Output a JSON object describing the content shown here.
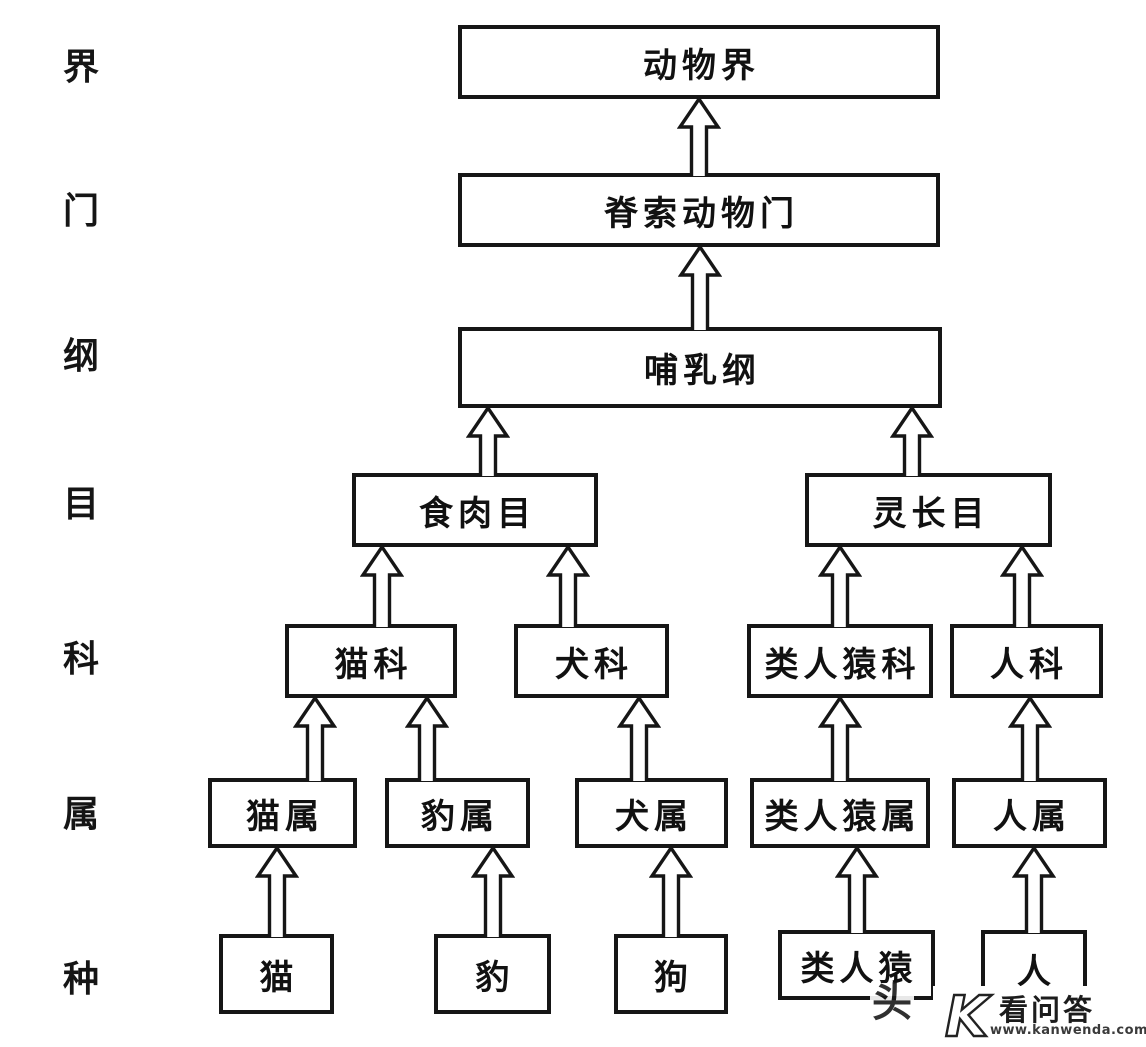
{
  "colors": {
    "background": "#ffffff",
    "ink": "#161616",
    "watermark_brand": "#1c1c1c",
    "watermark_url": "#3a3a3a"
  },
  "rank_labels": [
    {
      "text": "界"
    },
    {
      "text": "门"
    },
    {
      "text": "纲"
    },
    {
      "text": "目"
    },
    {
      "text": "科"
    },
    {
      "text": "属"
    },
    {
      "text": "种"
    }
  ],
  "nodes": {
    "kingdom": {
      "label": "动物界",
      "rank": "界"
    },
    "phylum": {
      "label": "脊索动物门",
      "rank": "门"
    },
    "class": {
      "label": "哺乳纲",
      "rank": "纲"
    },
    "order_carnivora": {
      "label": "食肉目",
      "rank": "目"
    },
    "order_primates": {
      "label": "灵长目",
      "rank": "目"
    },
    "family_felidae": {
      "label": "猫科",
      "rank": "科"
    },
    "family_canidae": {
      "label": "犬科",
      "rank": "科"
    },
    "family_anthropoid_ape": {
      "label": "类人猿科",
      "rank": "科"
    },
    "family_hominidae": {
      "label": "人科",
      "rank": "科"
    },
    "genus_felis": {
      "label": "猫属",
      "rank": "属"
    },
    "genus_panthera": {
      "label": "豹属",
      "rank": "属"
    },
    "genus_canis": {
      "label": "犬属",
      "rank": "属"
    },
    "genus_anthropoid_ape": {
      "label": "类人猿属",
      "rank": "属"
    },
    "genus_homo": {
      "label": "人属",
      "rank": "属"
    },
    "species_cat": {
      "label": "猫",
      "rank": "种"
    },
    "species_leopard": {
      "label": "豹",
      "rank": "种"
    },
    "species_dog": {
      "label": "狗",
      "rank": "种"
    },
    "species_anthropoid_ape": {
      "label": "类人猿",
      "rank": "种"
    },
    "species_human": {
      "label": "人",
      "rank": "种"
    }
  },
  "edges": [
    {
      "from": "phylum",
      "to": "kingdom"
    },
    {
      "from": "class",
      "to": "phylum"
    },
    {
      "from": "order_carnivora",
      "to": "class"
    },
    {
      "from": "order_primates",
      "to": "class"
    },
    {
      "from": "family_felidae",
      "to": "order_carnivora"
    },
    {
      "from": "family_canidae",
      "to": "order_carnivora"
    },
    {
      "from": "family_anthropoid_ape",
      "to": "order_primates"
    },
    {
      "from": "family_hominidae",
      "to": "order_primates"
    },
    {
      "from": "genus_felis",
      "to": "family_felidae"
    },
    {
      "from": "genus_panthera",
      "to": "family_felidae"
    },
    {
      "from": "genus_canis",
      "to": "family_canidae"
    },
    {
      "from": "genus_anthropoid_ape",
      "to": "family_anthropoid_ape"
    },
    {
      "from": "genus_homo",
      "to": "family_hominidae"
    },
    {
      "from": "species_cat",
      "to": "genus_felis"
    },
    {
      "from": "species_leopard",
      "to": "genus_panthera"
    },
    {
      "from": "species_dog",
      "to": "genus_canis"
    },
    {
      "from": "species_anthropoid_ape",
      "to": "genus_anthropoid_ape"
    },
    {
      "from": "species_human",
      "to": "genus_homo"
    }
  ],
  "watermark": {
    "partial_text": "头",
    "logo_letter": "K",
    "brand": "看问答",
    "url": "www.kanwenda.com"
  }
}
